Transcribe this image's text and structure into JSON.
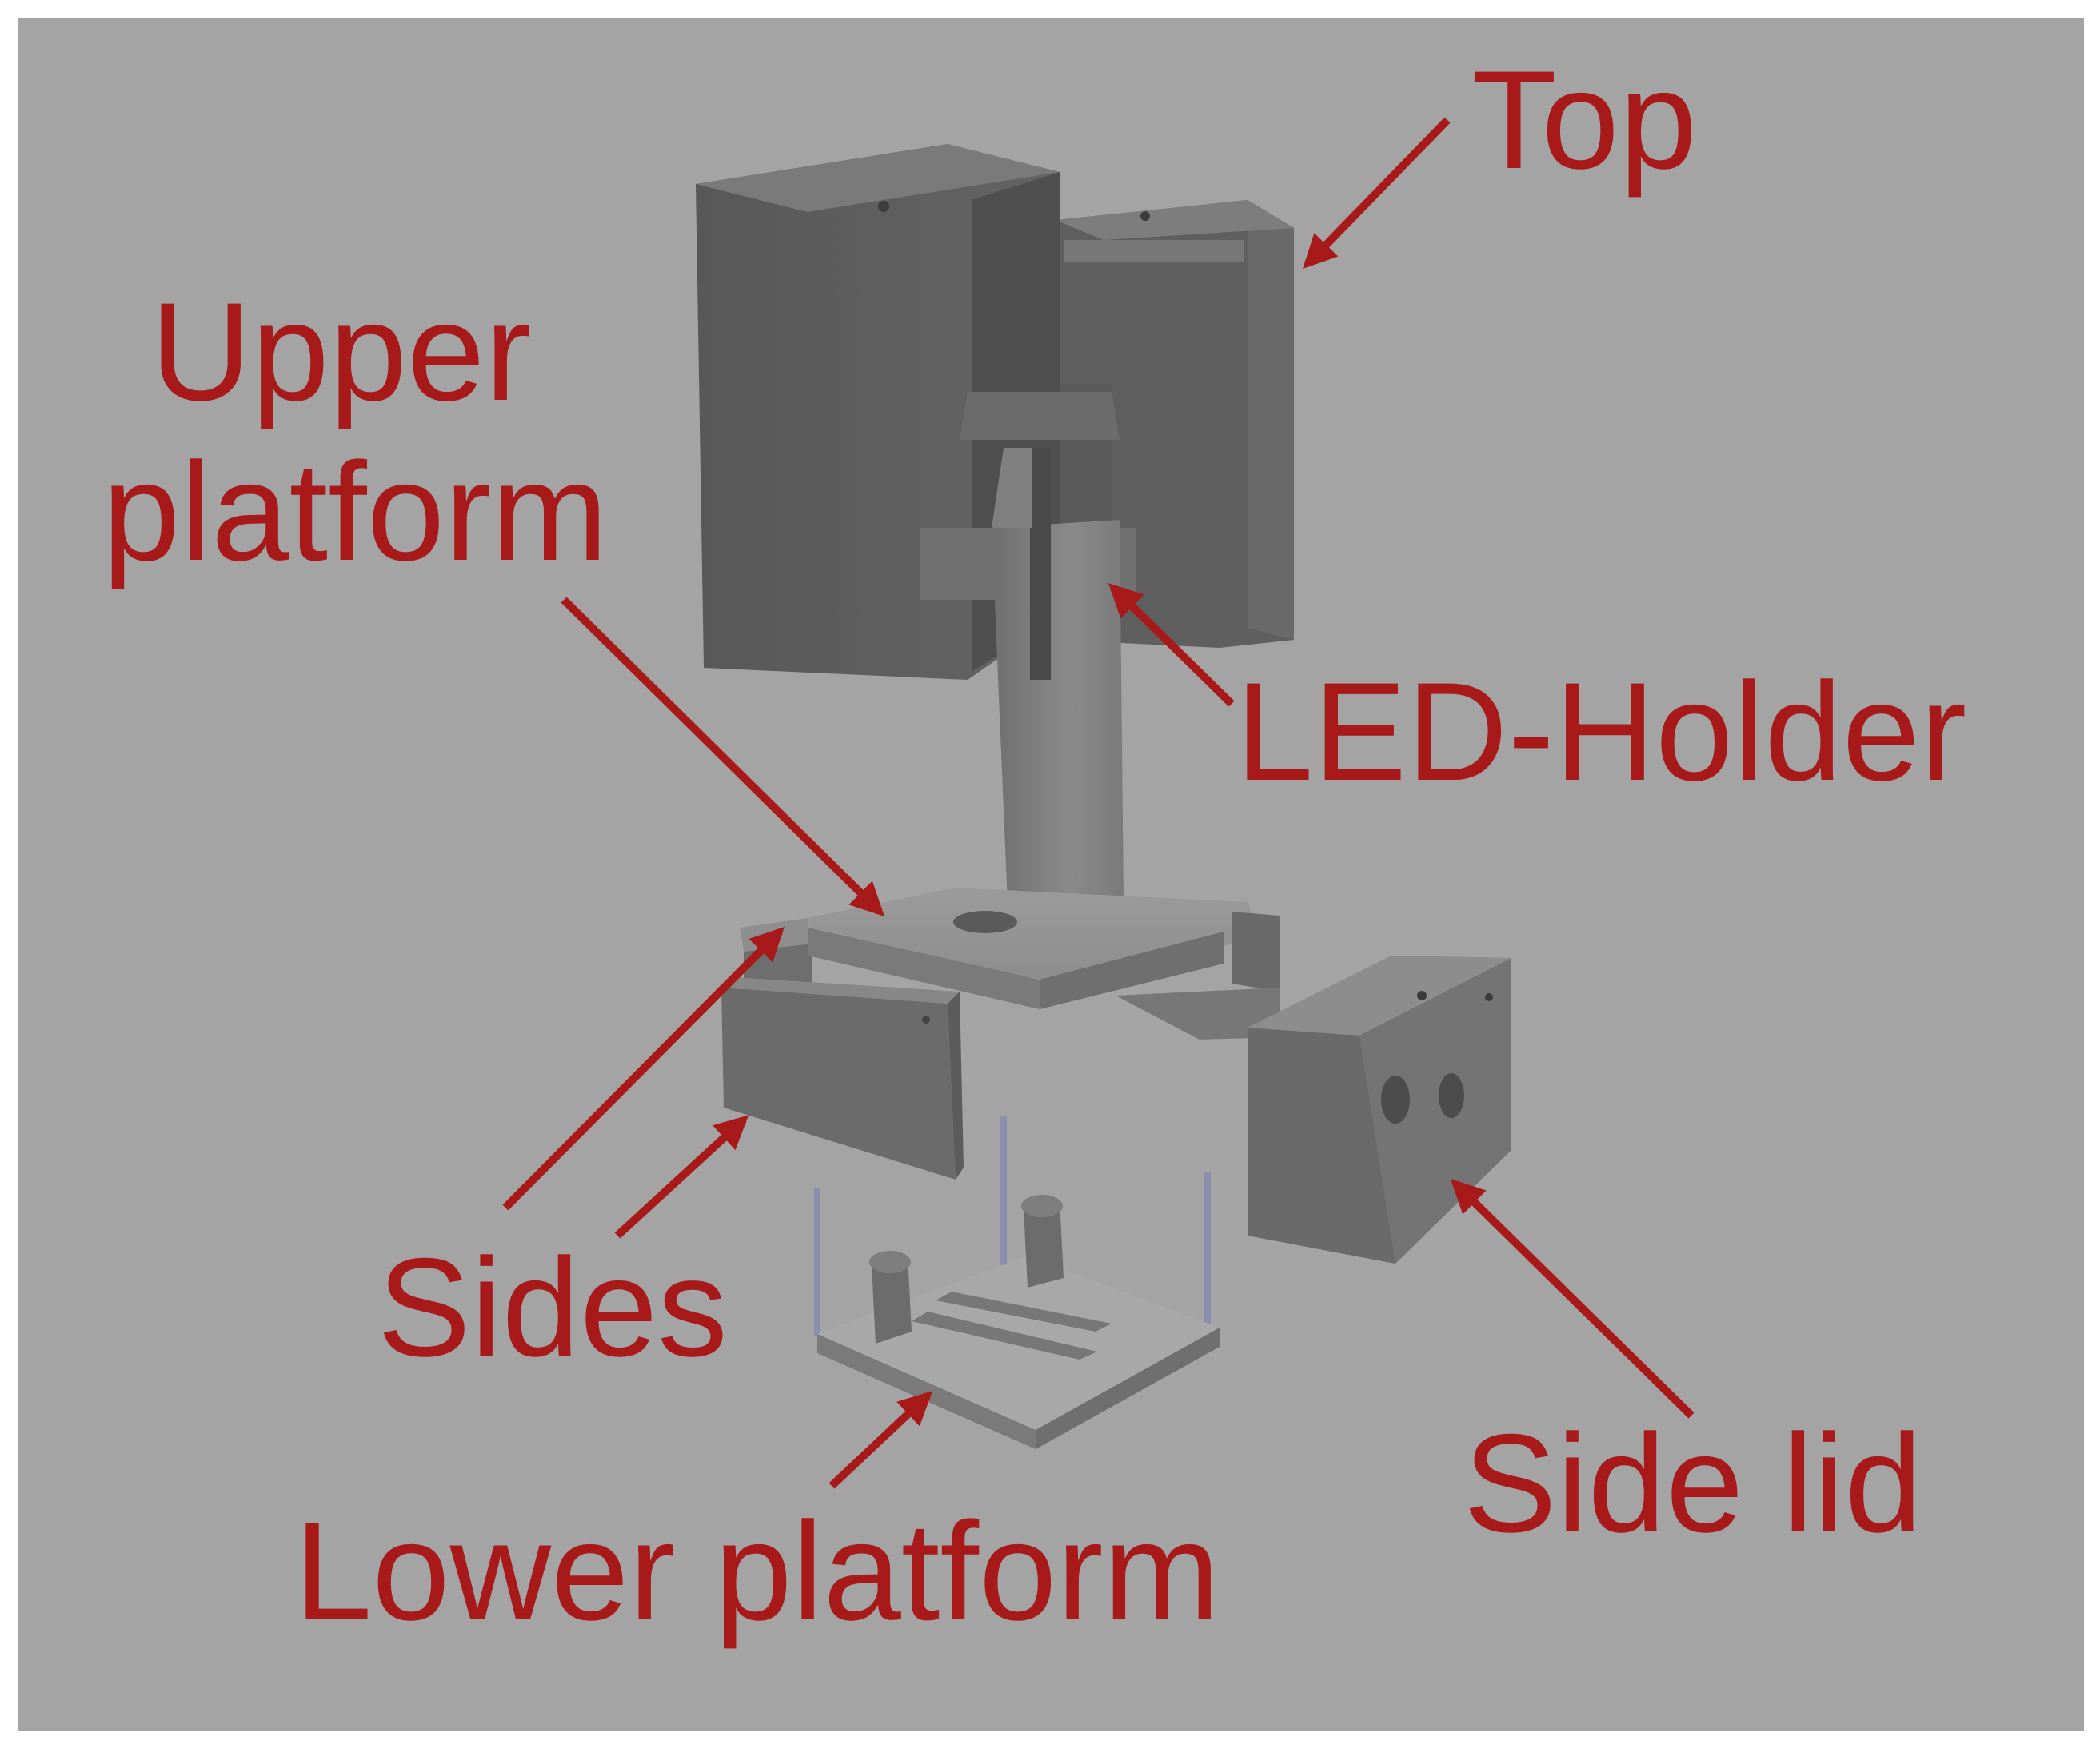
{
  "colors": {
    "background": "#a4a4a4",
    "label": "#a8191a",
    "part_light": "#8a8a8a",
    "part_mid": "#6d6d6d",
    "part_dark": "#555555"
  },
  "labels": {
    "top": "Top",
    "upper_platform_line1": "Upper",
    "upper_platform_line2": "platform",
    "led_holder": "LED-Holder",
    "sides": "Sides",
    "side_lid": "Side lid",
    "lower_platform": "Lower platform"
  }
}
